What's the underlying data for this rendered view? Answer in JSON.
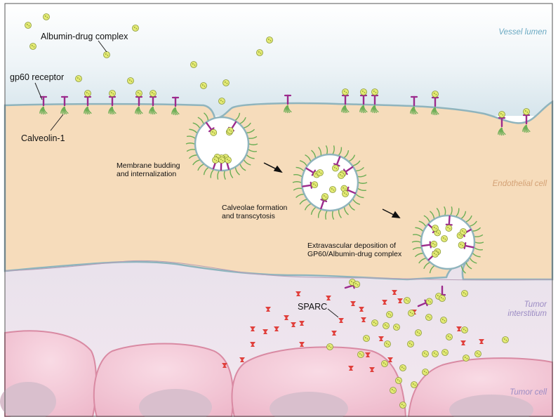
{
  "labels": {
    "albumin_drug_complex": "Albumin-drug complex",
    "gp60_receptor": "gp60 receptor",
    "caveolin": "Calveolin-1",
    "budding_line1": "Membrane budding",
    "budding_line2": "and internalization",
    "caveolae_line1": "Calveolae formation",
    "caveolae_line2": "and transcytosis",
    "deposition_line1": "Extravascular deposition of",
    "deposition_line2": "GP60/Albumin-drug complex",
    "sparc": "SPARC"
  },
  "regions": {
    "vessel_lumen": "Vessel lumen",
    "endothelial_cell": "Endothelial  cell",
    "tumor_interstitium_line1": "Tumor",
    "tumor_interstitium_line2": "interstitium",
    "tumor_cell": "Tumor cell"
  },
  "colors": {
    "lumen_top": "#ffffff",
    "lumen_bottom": "#d9e8ef",
    "membrane": "#8fb4bd",
    "endothelial": "#f6dcbb",
    "interstitium": "#f1e6ef",
    "tumor_cell": "#f2c9d8",
    "tumor_cell_edge": "#d98aa3",
    "nucleus": "#d8bccb",
    "receptor": "#9c2a8c",
    "caveolin": "#6cae55",
    "albumin": "#e4ea76",
    "sparc": "#e0403c",
    "region_lumen_text": "#6aa9c2",
    "region_endo_text": "#d4a276",
    "region_tumor_text": "#9c8cc4"
  }
}
